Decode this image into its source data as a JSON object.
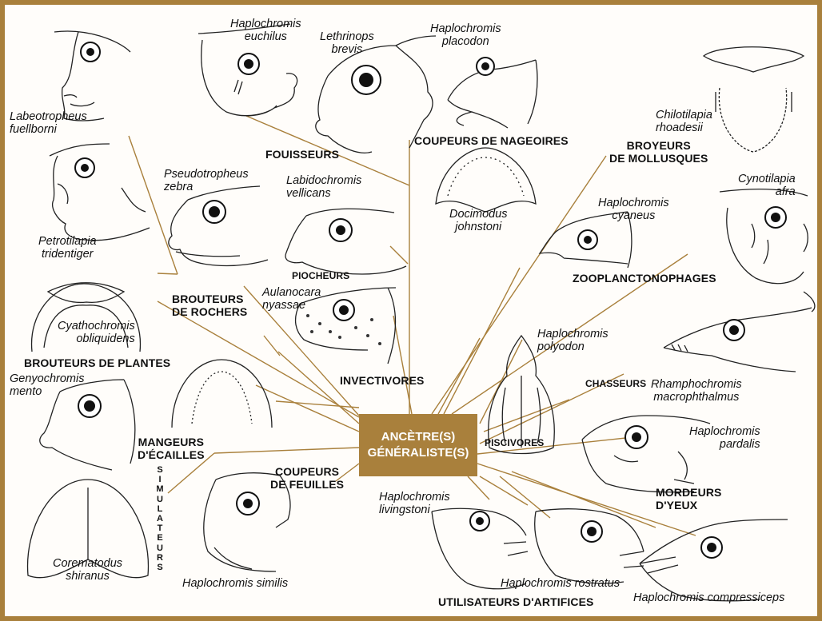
{
  "center": {
    "line1": "ANCÈTRE(S)",
    "line2": "GÉNÉRALISTE(S)"
  },
  "categories": {
    "fouisseurs": "FOUISSEURS",
    "coupeurs_nageoires": "COUPEURS DE NAGEOIRES",
    "broyeurs": [
      "BROYEURS",
      "DE MOLLUSQUES"
    ],
    "piocheurs": "PIOCHEURS",
    "zooplanctonophages": "ZOOPLANCTONOPHAGES",
    "brouteurs_rochers": [
      "BROUTEURS",
      "DE ROCHERS"
    ],
    "brouteurs_plantes": "BROUTEURS DE PLANTES",
    "invectivores": "INVECTIVORES",
    "chasseurs": "CHASSEURS",
    "piscivores": "PISCIVORES",
    "mangeurs_ecailles": [
      "MANGEURS",
      "D'ÉCAILLES"
    ],
    "coupeurs_feuilles": [
      "COUPEURS",
      "DE FEUILLES"
    ],
    "simulateurs": [
      "S",
      "I",
      "M",
      "U",
      "L",
      "A",
      "T",
      "E",
      "U",
      "R",
      "S"
    ],
    "mordeurs_yeux": [
      "MORDEURS",
      "D'YEUX"
    ],
    "utilisateurs_artifices": "UTILISATEURS D'ARTIFICES"
  },
  "species": {
    "labeotropheus": [
      "Labeotropheus",
      "fuellborni"
    ],
    "euchilus": [
      "Haplochromis",
      "euchilus"
    ],
    "lethrinops": [
      "Lethrinops",
      "brevis"
    ],
    "placodon": [
      "Haplochromis",
      "placodon"
    ],
    "chilotilapia": [
      "Chilotilapia",
      "rhoadesii"
    ],
    "petrotilapia": [
      "Petrotilapia",
      "tridentiger"
    ],
    "pseudotropheus": [
      "Pseudotropheus",
      "zebra"
    ],
    "labidochromis": [
      "Labidochromis",
      "vellicans"
    ],
    "docimodus": [
      "Docimodus",
      "johnstoni"
    ],
    "cyaneus": [
      "Haplochromis",
      "cyaneus"
    ],
    "cynotilapia": [
      "Cynotilapia",
      "afra"
    ],
    "aulonocara": [
      "Aulanocara",
      "nyassae"
    ],
    "cyathochromis": [
      "Cyathochromis",
      "obliquidens"
    ],
    "polyodon": [
      "Haplochromis",
      "polyodon"
    ],
    "rhamphochromis": [
      "Rhamphochromis",
      "macrophthalmus"
    ],
    "genyochromis": [
      "Genyochromis",
      "mento"
    ],
    "pardalis": [
      "Haplochromis",
      "pardalis"
    ],
    "livingstoni": [
      "Haplochromis",
      "livingstoni"
    ],
    "corematodus": [
      "Corematodus",
      "shiranus"
    ],
    "similis": "Haplochromis similis",
    "rostratus": "Haplochromis rostratus",
    "compressiceps": "Haplochromis compressiceps"
  },
  "colors": {
    "accent": "#a9803c",
    "line": "#a9803c",
    "text": "#111111",
    "background": "#fffdfa"
  }
}
